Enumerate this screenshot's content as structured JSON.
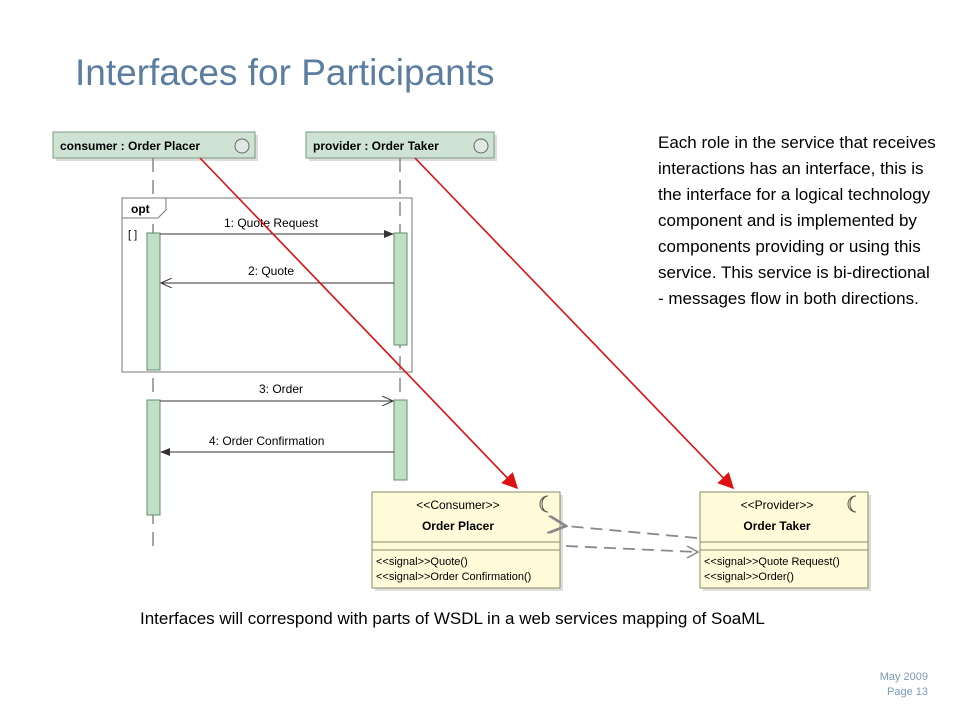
{
  "slide": {
    "title": "Interfaces for Participants",
    "description": "Each role in the service that receives interactions has an interface, this is the interface for a logical technology component and is implemented by components providing or using this service. This service is bi-directional - messages flow in both directions.",
    "caption": "Interfaces will correspond with parts of WSDL in a web services mapping of SoaML",
    "footer": {
      "date": "May 2009",
      "page": "Page 13"
    }
  },
  "sequence": {
    "lifeline_consumer": "consumer : Order Placer",
    "lifeline_provider": "provider : Order Taker",
    "fragment_operator": "opt",
    "guard": "[ ]",
    "messages": [
      "1: Quote Request",
      "2: Quote",
      "3: Order",
      "4: Order Confirmation"
    ]
  },
  "interfaces": {
    "consumer": {
      "stereotype": "<<Consumer>>",
      "name": "Order Placer",
      "operations": [
        "<<signal>>Quote()",
        "<<signal>>Order Confirmation()"
      ]
    },
    "provider": {
      "stereotype": "<<Provider>>",
      "name": "Order Taker",
      "operations": [
        "<<signal>>Quote Request()",
        "<<signal>>Order()"
      ]
    }
  },
  "colors": {
    "title": "#5a7da0",
    "lifeline_fill": "#cfe3d4",
    "activation_fill": "#bfe0c6",
    "interface_fill": "#fffad8",
    "trace_arrow": "#dd1111",
    "footer": "#7b9bbb"
  },
  "icons": [
    "interface-circle-icon",
    "interface-moon-icon"
  ]
}
